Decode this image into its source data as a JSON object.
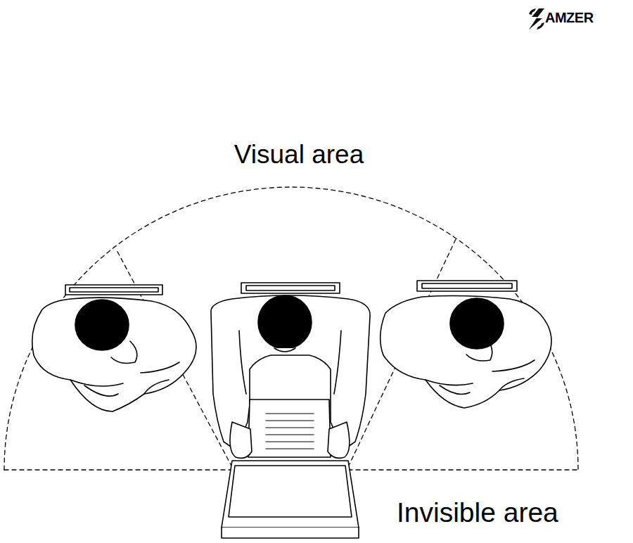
{
  "diagram": {
    "labels": [
      "AMZER",
      "Visual area",
      "Invisible area"
    ]
  }
}
